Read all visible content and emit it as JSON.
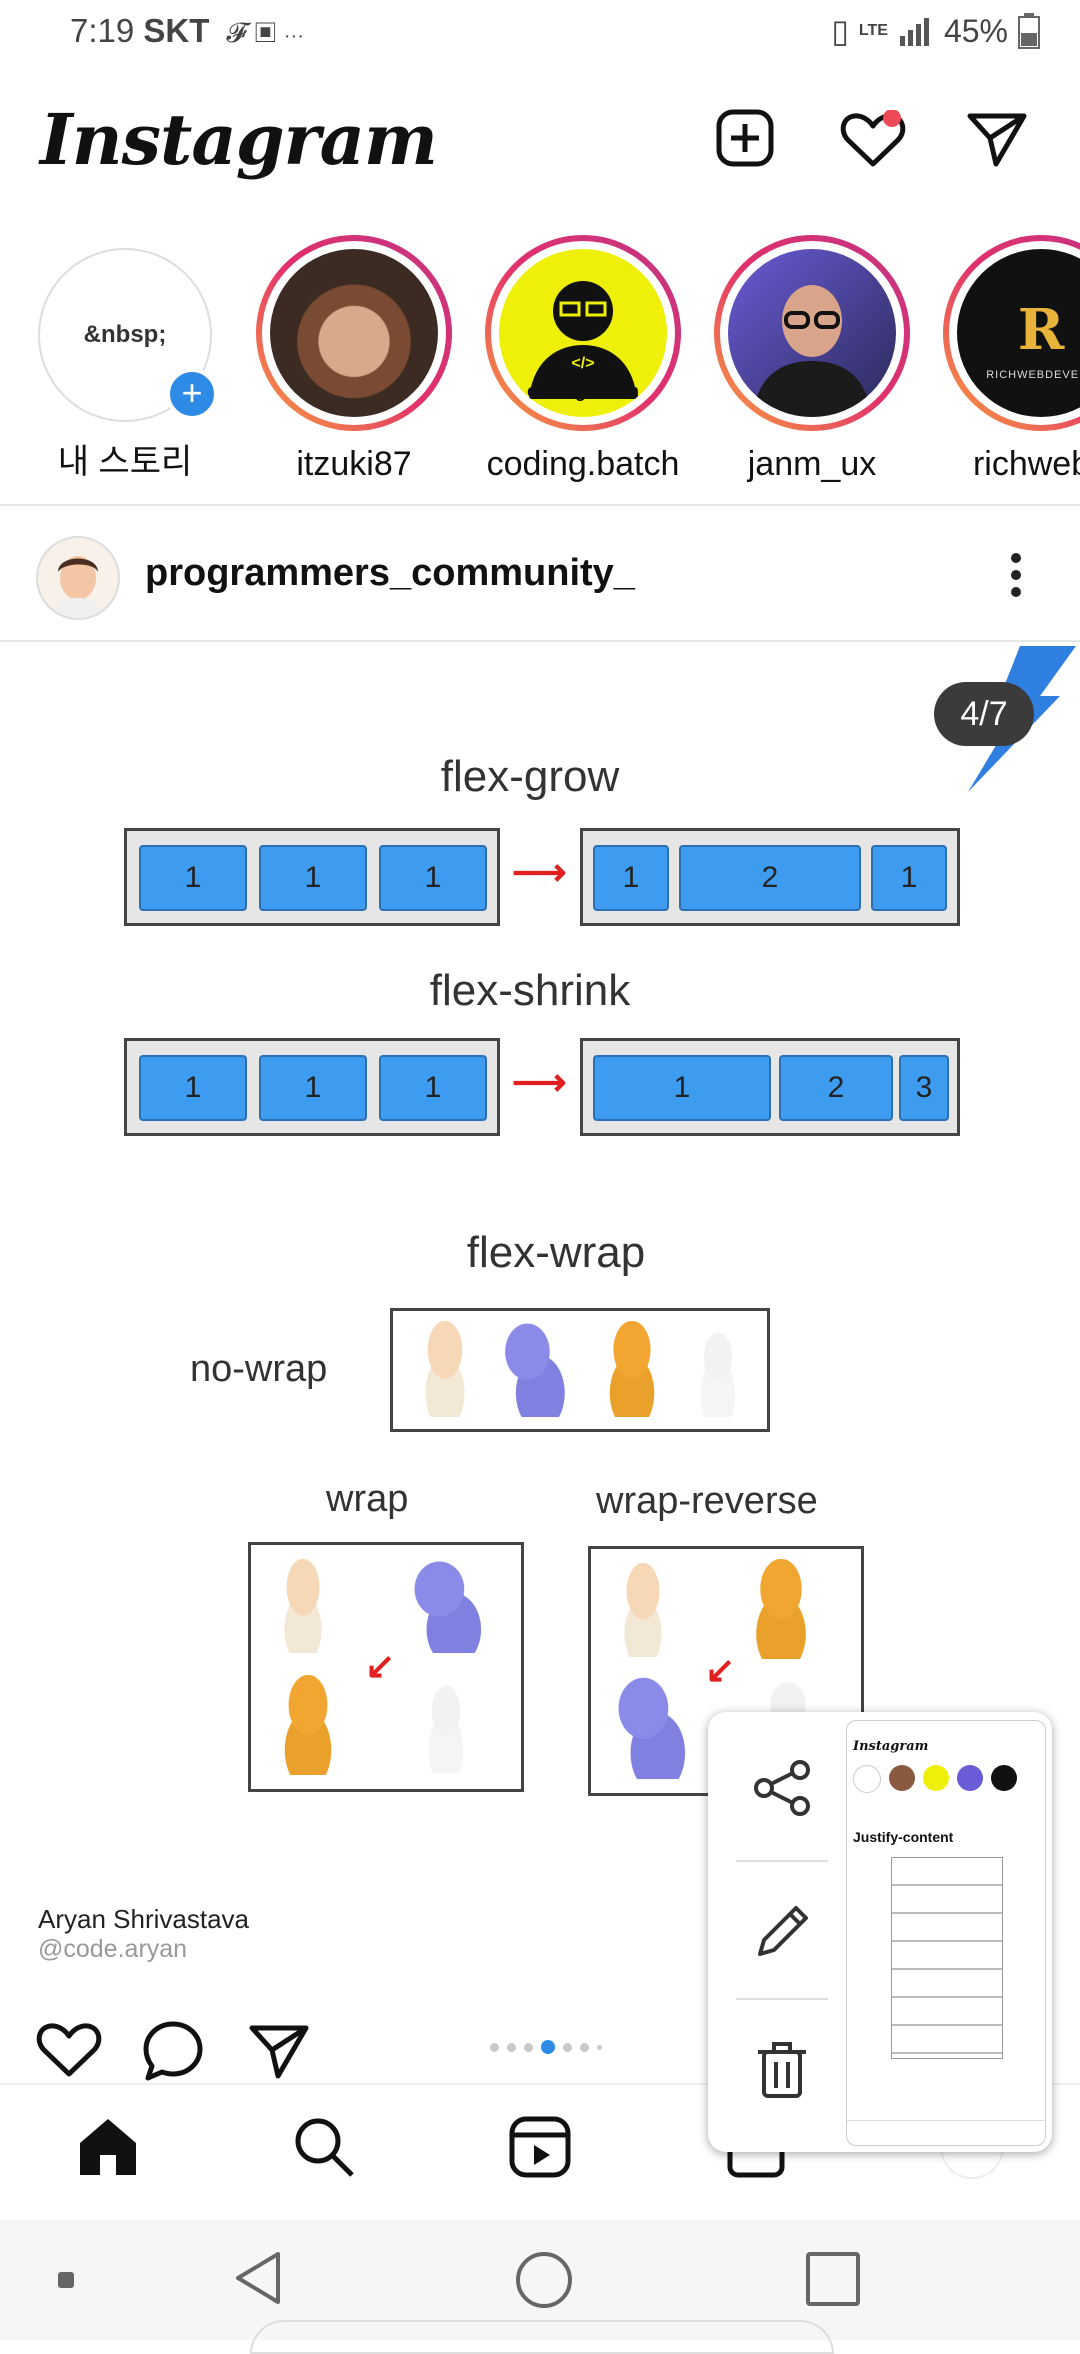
{
  "status_bar": {
    "time": "7:19",
    "carrier": "SKT",
    "battery": "45%",
    "ellipsis": "···"
  },
  "header": {
    "app_name": "Instagram"
  },
  "stories": [
    {
      "name": "내 스토리",
      "placeholder": "&nbsp;"
    },
    {
      "name": "itzuki87"
    },
    {
      "name": "coding.batch",
      "logo_text": "coding.batch",
      "logo_code": "</>"
    },
    {
      "name": "janm_ux"
    },
    {
      "name": "richwebd",
      "logo_letter": "R",
      "logo_text": "RICHWEBDEVELO"
    }
  ],
  "post": {
    "username": "programmers_community_",
    "counter": "4/7",
    "sections": {
      "flex_grow": {
        "title": "flex-grow",
        "before": [
          "1",
          "1",
          "1"
        ],
        "after": [
          "1",
          "2",
          "1"
        ]
      },
      "flex_shrink": {
        "title": "flex-shrink",
        "before": [
          "1",
          "1",
          "1"
        ],
        "after": [
          "1",
          "2",
          "3"
        ]
      },
      "flex_wrap": {
        "title": "flex-wrap",
        "no_wrap": "no-wrap",
        "wrap": "wrap",
        "wrap_reverse": "wrap-reverse"
      }
    },
    "author_name": "Aryan Shrivastava",
    "author_handle": "@code.aryan",
    "carousel": {
      "total": 7,
      "active_index": 3
    }
  },
  "thumbnail": {
    "logo": "Instagram",
    "title": "Justify-content"
  },
  "colors": {
    "accent": "#2d8be6",
    "item_blue": "#3d9bf0",
    "arrow_red": "#e02020",
    "notification_red": "#ed4956"
  }
}
